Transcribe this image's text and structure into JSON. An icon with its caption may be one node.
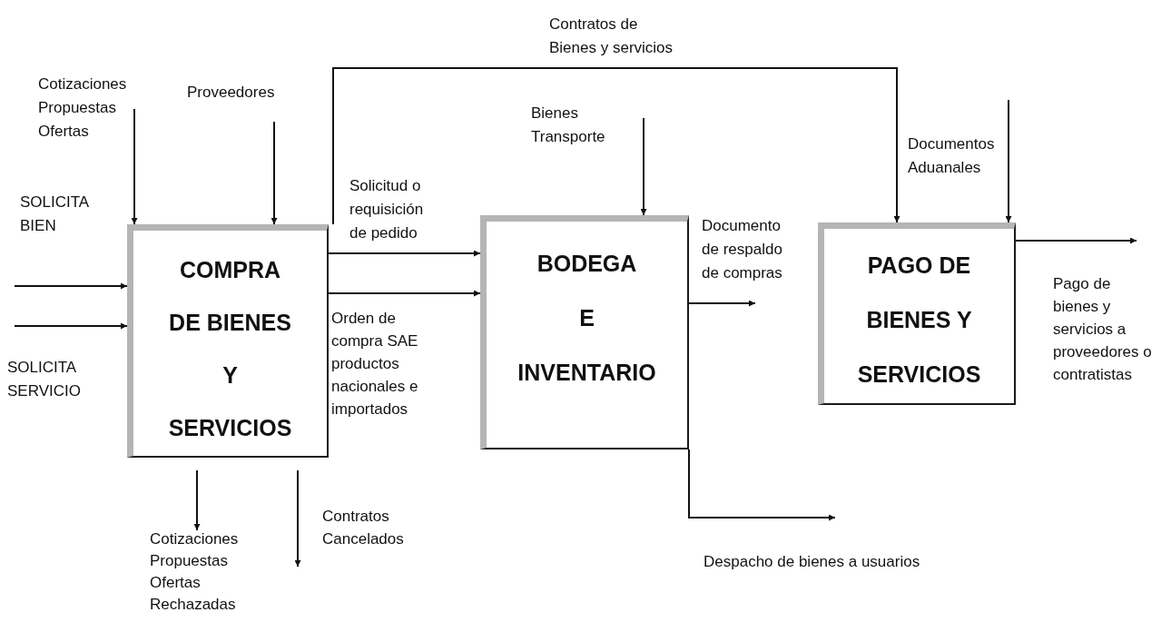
{
  "diagram": {
    "nodes": [
      {
        "text": [
          "COMPRA DE BIENES Y SERVICIOS"
        ]
      },
      {
        "text": [
          "BODEGA E INVENTARIO"
        ]
      },
      {
        "text": [
          "PAGO DE BIENES Y SERVICIOS"
        ]
      }
    ],
    "edges": [
      {
        "from": null,
        "to": 0,
        "arrow": "to",
        "label": "SOLICITA BIEN"
      },
      {
        "from": null,
        "to": 0,
        "arrow": "to",
        "label": "SOLICITA SERVICIO"
      },
      {
        "from": null,
        "to": 0,
        "arrow": "to",
        "label": "Cotizaciones Propuestas Ofertas"
      },
      {
        "from": null,
        "to": 0,
        "arrow": "to",
        "label": "Proveedores"
      },
      {
        "from": 0,
        "to": 2,
        "arrow": "to",
        "label": "Contratos de Bienes y servicios"
      },
      {
        "from": 0,
        "to": 1,
        "arrow": "to",
        "label": "Solicitud o requisición de pedido"
      },
      {
        "from": 0,
        "to": 1,
        "arrow": "to",
        "label": "Orden de compra SAE productos nacionales e importados"
      },
      {
        "from": 0,
        "to": null,
        "arrow": "to",
        "label": "Cotizaciones Propuestas Ofertas Rechazadas"
      },
      {
        "from": 0,
        "to": null,
        "arrow": "to",
        "label": "Contratos Cancelados"
      },
      {
        "from": null,
        "to": 1,
        "arrow": "to",
        "label": "Bienes Transporte"
      },
      {
        "from": 1,
        "to": null,
        "arrow": "to",
        "label": "Documento de respaldo de compras"
      },
      {
        "from": 1,
        "to": null,
        "arrow": "to",
        "label": "Despacho de bienes a usuarios"
      },
      {
        "from": null,
        "to": 2,
        "arrow": "to",
        "label": "Documentos Aduanales"
      },
      {
        "from": 2,
        "to": null,
        "arrow": "to",
        "label": "Pago de bienes y servicios a proveedores o contratistas"
      }
    ]
  }
}
